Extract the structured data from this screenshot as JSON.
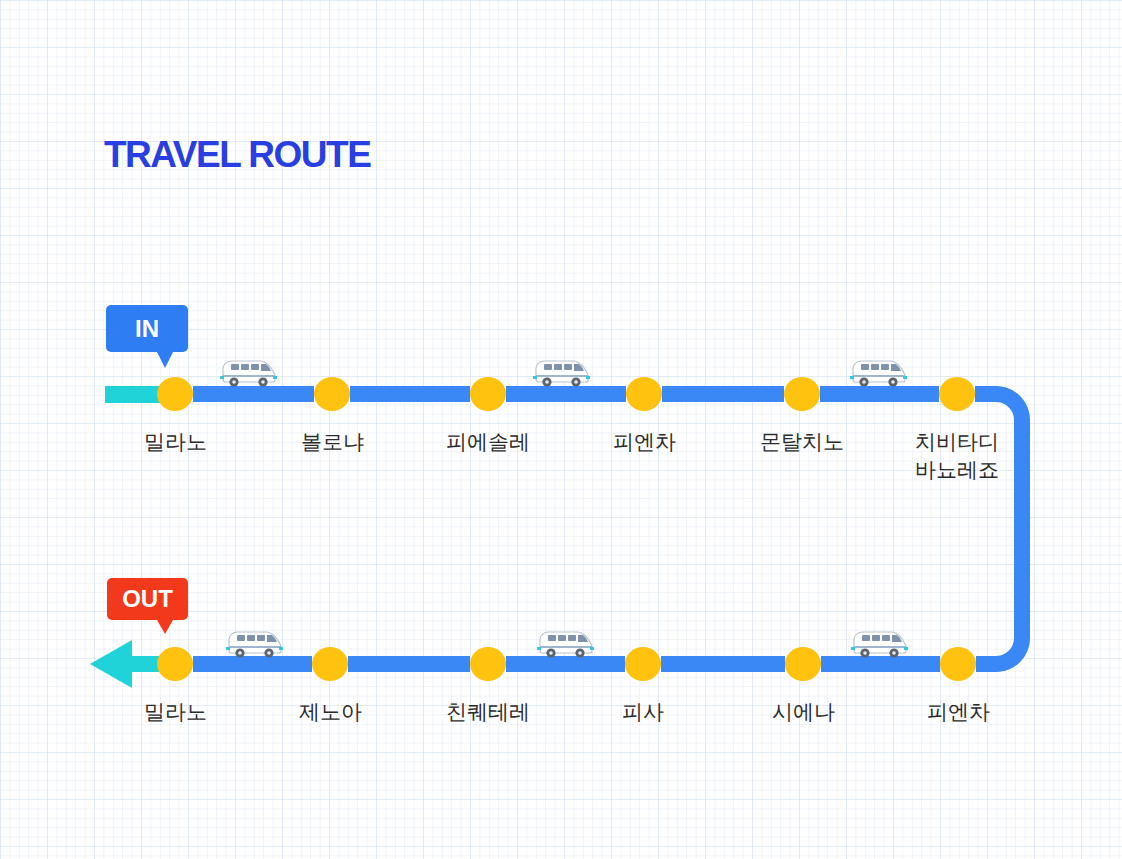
{
  "diagram": {
    "title": "TRAVEL ROUTE",
    "nodes": [
      {
        "text": [
          "IN"
        ]
      },
      {
        "text": [
          "밀라노"
        ]
      },
      {
        "text": [
          "볼로냐"
        ]
      },
      {
        "text": [
          "피에솔레"
        ]
      },
      {
        "text": [
          "피엔차"
        ]
      },
      {
        "text": [
          "몬탈치노"
        ]
      },
      {
        "text": [
          "치비타디 바뇨레죠"
        ]
      },
      {
        "text": [
          "피엔차"
        ]
      },
      {
        "text": [
          "시에나"
        ]
      },
      {
        "text": [
          "피사"
        ]
      },
      {
        "text": [
          "친퀘테레"
        ]
      },
      {
        "text": [
          "제노아"
        ]
      },
      {
        "text": [
          "밀라노"
        ]
      },
      {
        "text": [
          "OUT"
        ]
      }
    ],
    "edges": [
      {
        "from": 1,
        "to": 2,
        "arrow": "none"
      },
      {
        "from": 2,
        "to": 3,
        "arrow": "none"
      },
      {
        "from": 3,
        "to": 4,
        "arrow": "none"
      },
      {
        "from": 4,
        "to": 5,
        "arrow": "none"
      },
      {
        "from": 5,
        "to": 6,
        "arrow": "none"
      },
      {
        "from": 6,
        "to": 7,
        "arrow": "none"
      },
      {
        "from": 7,
        "to": 8,
        "arrow": "none"
      },
      {
        "from": 8,
        "to": 9,
        "arrow": "none"
      },
      {
        "from": 9,
        "to": 10,
        "arrow": "none"
      },
      {
        "from": 10,
        "to": 11,
        "arrow": "none"
      },
      {
        "from": 11,
        "to": 12,
        "arrow": "none"
      }
    ]
  }
}
